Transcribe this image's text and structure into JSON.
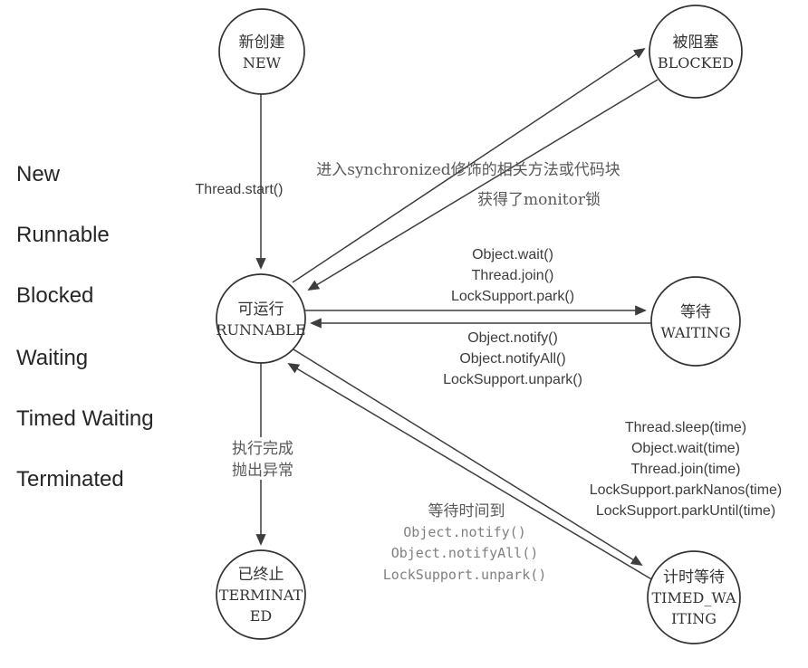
{
  "side_list": {
    "items": [
      "New",
      "Runnable",
      "Blocked",
      "Waiting",
      "Timed Waiting",
      "Terminated"
    ]
  },
  "states": {
    "new": {
      "zh": "新创建",
      "en": "NEW"
    },
    "blocked": {
      "zh": "被阻塞",
      "en": "BLOCKED"
    },
    "runnable": {
      "zh": "可运行",
      "en": "RUNNABLE"
    },
    "waiting": {
      "zh": "等待",
      "en": "WAITING"
    },
    "terminated": {
      "zh": "已终止",
      "en_line1": "TERMINAT",
      "en_line2": "ED"
    },
    "timed_waiting": {
      "zh": "计时等待",
      "en_line1": "TIMED_WA",
      "en_line2": "ITING"
    }
  },
  "transitions": {
    "new_to_runnable": {
      "label": "Thread.start()"
    },
    "runnable_to_blocked": {
      "label": "进入synchronized修饰的相关方法或代码块"
    },
    "blocked_to_runnable": {
      "label": "获得了monitor锁"
    },
    "runnable_to_waiting": {
      "labels": [
        "Object.wait()",
        "Thread.join()",
        "LockSupport.park()"
      ]
    },
    "waiting_to_runnable": {
      "labels": [
        "Object.notify()",
        "Object.notifyAll()",
        "LockSupport.unpark()"
      ]
    },
    "runnable_to_terminated": {
      "labels": [
        "执行完成",
        "抛出异常"
      ]
    },
    "runnable_to_timed_waiting": {
      "labels": [
        "Thread.sleep(time)",
        "Object.wait(time)",
        "Thread.join(time)",
        "LockSupport.parkNanos(time)",
        "LockSupport.parkUntil(time)"
      ]
    },
    "timed_waiting_to_runnable": {
      "zh_label": "等待时间到",
      "labels": [
        "Object.notify()",
        "Object.notifyAll()",
        "LockSupport.unpark()"
      ]
    }
  },
  "colors": {
    "circle_stroke": "#333333",
    "arrow": "#3d3d3d",
    "text_dark": "#262626",
    "text_gray": "#595959",
    "text_light_gray": "#808080",
    "background": "#ffffff"
  }
}
